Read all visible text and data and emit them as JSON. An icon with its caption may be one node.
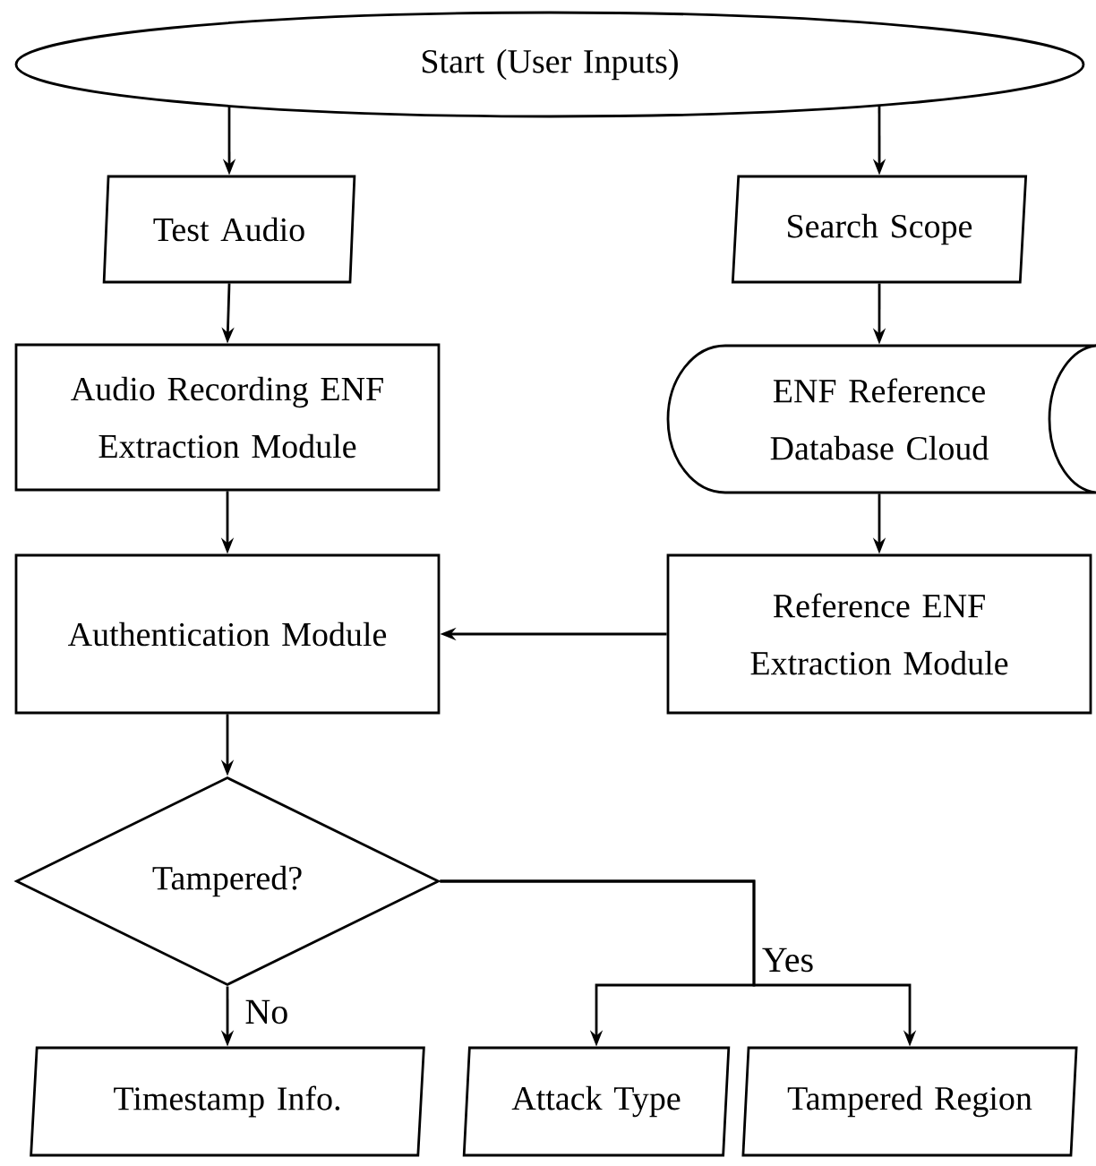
{
  "diagram": {
    "nodes": [
      {
        "text": [
          "Start (User Inputs)"
        ]
      },
      {
        "text": [
          "Test Audio"
        ]
      },
      {
        "text": [
          "Search Scope"
        ]
      },
      {
        "text": [
          "Audio Recording ENF Extraction Module"
        ]
      },
      {
        "text": [
          "ENF Reference Database Cloud"
        ]
      },
      {
        "text": [
          "Authentication Module"
        ]
      },
      {
        "text": [
          "Reference ENF Extraction Module"
        ]
      },
      {
        "text": [
          "Tampered?"
        ]
      },
      {
        "text": [
          "Timestamp Info."
        ]
      },
      {
        "text": [
          "Attack Type"
        ]
      },
      {
        "text": [
          "Tampered Region"
        ]
      }
    ],
    "edges": [
      {
        "from": 0,
        "to": 1,
        "arrow": "to"
      },
      {
        "from": 0,
        "to": 2,
        "arrow": "to"
      },
      {
        "from": 1,
        "to": 3,
        "arrow": "to"
      },
      {
        "from": 2,
        "to": 4,
        "arrow": "to"
      },
      {
        "from": 3,
        "to": 5,
        "arrow": "to"
      },
      {
        "from": 4,
        "to": 6,
        "arrow": "to"
      },
      {
        "from": 6,
        "to": 5,
        "arrow": "to"
      },
      {
        "from": 5,
        "to": 7,
        "arrow": "to"
      },
      {
        "from": 7,
        "to": 8,
        "arrow": "to",
        "label": "No"
      },
      {
        "from": 7,
        "to": 9,
        "arrow": "to",
        "label": "Yes"
      },
      {
        "from": 7,
        "to": 10,
        "arrow": "to"
      }
    ]
  }
}
